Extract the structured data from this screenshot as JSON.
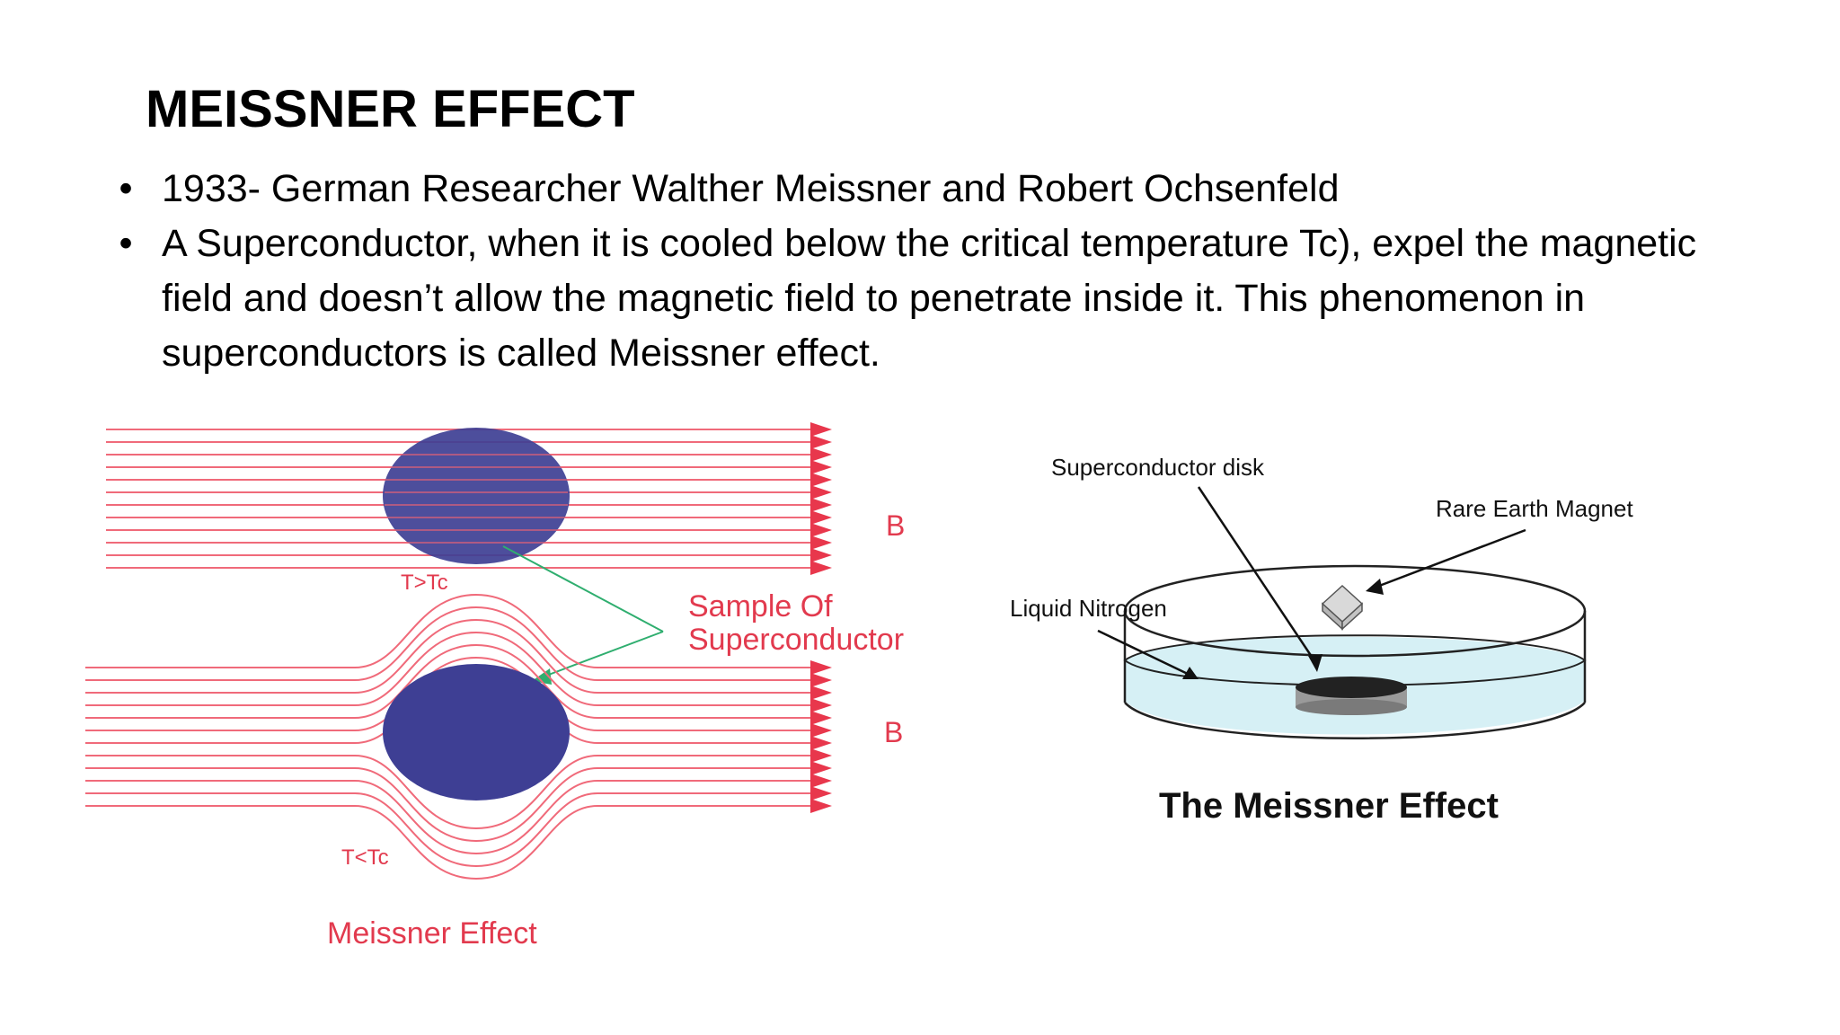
{
  "slide": {
    "title": "MEISSNER EFFECT",
    "bullets": [
      "1933- German Researcher  Walther Meissner and Robert Ochsenfeld",
      "A Superconductor, when it is cooled below the critical temperature Tc), expel the magnetic field and doesn’t allow the magnetic field to penetrate inside it. This phenomenon in superconductors is called Meissner effect."
    ]
  },
  "left_figure": {
    "field_label_top": "B",
    "field_label_bottom": "B",
    "temp_above": "T>Tc",
    "temp_below": "T<Tc",
    "sample_label_line1": "Sample Of",
    "sample_label_line2": "Superconductor",
    "caption": "Meissner Effect",
    "colors": {
      "field_lines": "#f06a7a",
      "sample": "#3e3f94",
      "label": "#e23a4e",
      "pointer": "#2fae6f"
    }
  },
  "right_figure": {
    "label_disk": "Superconductor disk",
    "label_magnet": "Rare Earth Magnet",
    "label_nitrogen": "Liquid Nitrogen",
    "caption": "The Meissner Effect",
    "colors": {
      "liquid": "#d6f0f5",
      "disk": "#222222",
      "magnet": "#d9d9d9"
    }
  }
}
